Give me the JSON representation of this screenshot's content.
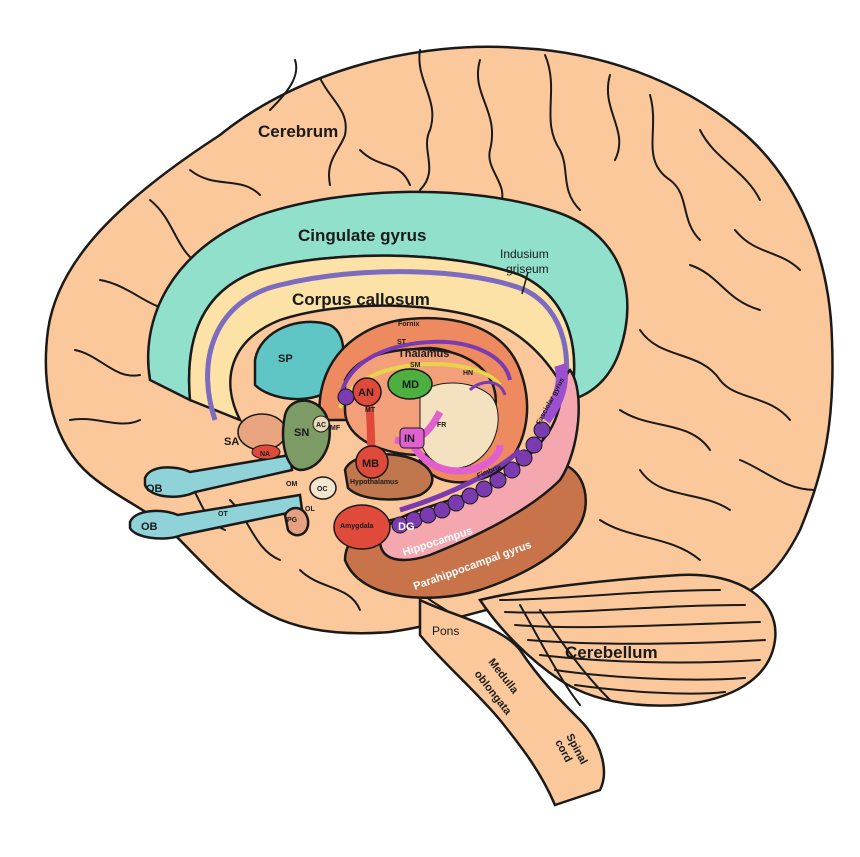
{
  "diagram": {
    "colors": {
      "cerebrum": "#fbc89b",
      "cingulate": "#90e0cc",
      "callosum": "#fce2a6",
      "septum": "#5fc5c5",
      "fornix": "#ee8a5f",
      "thalamus": "#f3a07a",
      "hippocampus": "#f5a7b0",
      "parahippocampal": "#c8734a",
      "dentate": "#7a3bb0",
      "hypothalamus": "#c0774d",
      "nucleus_red": "#e04a3b",
      "md_green": "#4caf3f",
      "olfactory": "#8fd3d9",
      "septal_green": "#7d9b64",
      "insula_pink": "#e060cf",
      "cerebellum": "#fbc89b"
    },
    "labels": {
      "cerebrum": "Cerebrum",
      "cingulate_gyrus": "Cingulate gyrus",
      "indusium_line1": "Indusium",
      "indusium_line2": "griseum",
      "corpus_callosum": "Corpus callosum",
      "fornix": "Fornix",
      "st": "ST",
      "thalamus": "Thalamus",
      "sm": "SM",
      "hn": "HN",
      "sp": "SP",
      "an": "AN",
      "md": "MD",
      "mt": "MT",
      "sn": "SN",
      "sa": "SA",
      "na": "NA",
      "ac": "AC",
      "mf": "MF",
      "in": "IN",
      "fr": "FR",
      "fasciolar": "Fasciolar gyrus",
      "fimbria": "Fimbria",
      "mb": "MB",
      "hypothalamus": "Hypothalamus",
      "ob_upper": "OB",
      "ob_lower": "OB",
      "ot": "OT",
      "om": "OM",
      "oc": "OC",
      "ol": "OL",
      "pg": "PG",
      "amygdala": "Amygdala",
      "dg": "DG",
      "hippocampus": "Hippocampus",
      "parahippocampal_gyrus": "Parahippocampal gyrus",
      "pons": "Pons",
      "cerebellum": "Cerebellum",
      "medulla_line1": "Medulla",
      "medulla_line2": "oblongata",
      "spinal_line1": "Spinal",
      "spinal_line2": "cord"
    }
  }
}
